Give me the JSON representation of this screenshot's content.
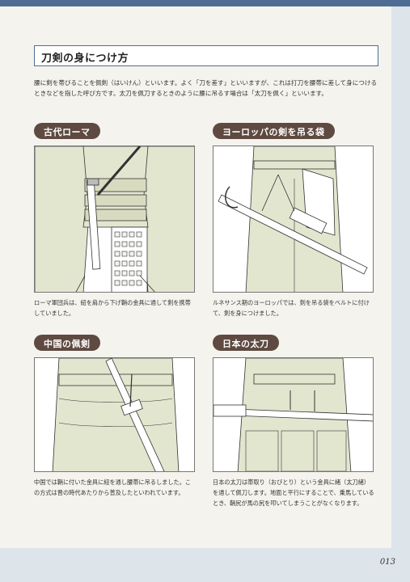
{
  "header": {
    "title": "刀剣の身につけ方"
  },
  "intro": "腰に剣を帯びることを佩剣（はいけん）といいます。よく「刀を差す」といいますが、これは打刀を腰帯に差して身につけるときなどを指した呼び方です。太刀を佩刀するときのように腰に吊るす場合は「太刀を佩く」といいます。",
  "sections": [
    {
      "label": "古代ローマ",
      "caption": "ローマ軍団兵は、紐を肩から下げ鞘の金具に通して剣を携帯していました。"
    },
    {
      "label": "ヨーロッパの剣を吊る袋",
      "caption": "ルネサンス期のヨーロッパでは、剣を吊る袋をベルトに付けて、剣を身につけました。"
    },
    {
      "label": "中国の佩剣",
      "caption": "中国では鞘に付いた金具に紐を通し腰帯に吊るしました。この方式は晋の時代あたりから普及したといわれています。"
    },
    {
      "label": "日本の太刀",
      "caption": "日本の太刀は帯取り（おびとり）という金具に緒（太刀緒）を通して佩刀します。地面と平行にすることで、乗馬しているとき、鞘尻が馬の尻を叩いてしまうことがなくなります。"
    }
  ],
  "footer": {
    "page_number": "013"
  },
  "colors": {
    "accent": "#4f6c94",
    "pill": "#5e4a40",
    "illustration_fill": "#e3e6cf"
  }
}
